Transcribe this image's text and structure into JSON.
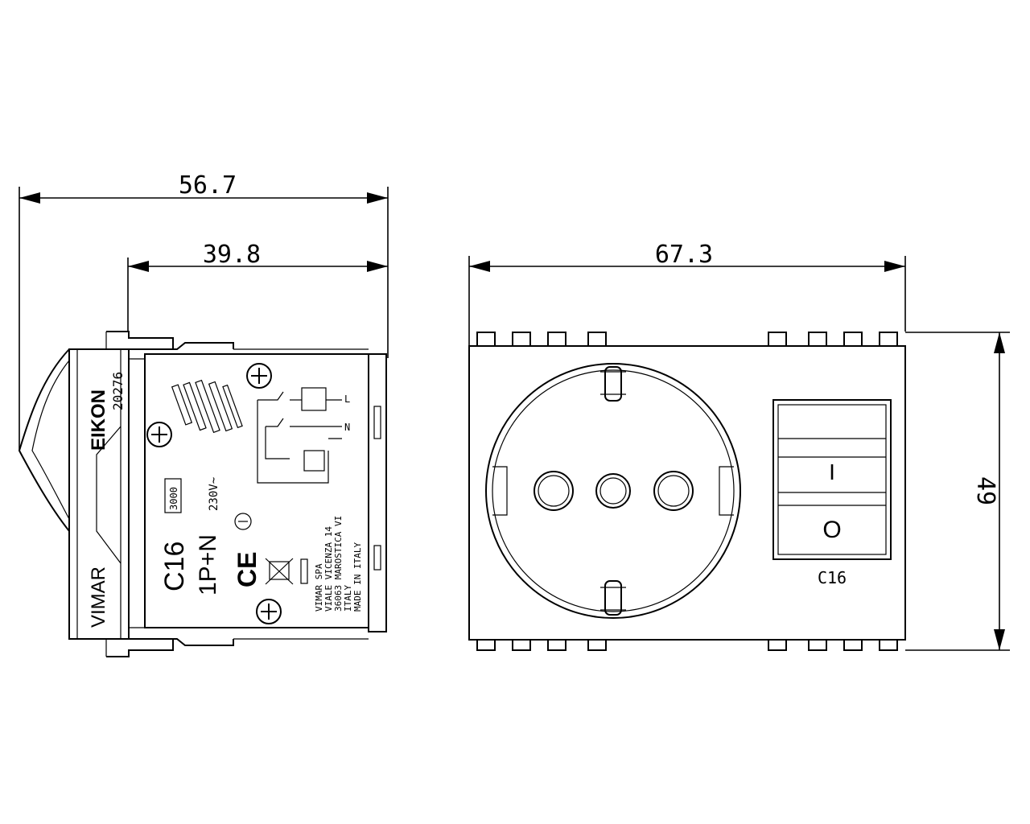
{
  "dimensions": {
    "overall_depth": "56.7",
    "body_depth": "39.8",
    "width": "67.3",
    "height": "49"
  },
  "side_view": {
    "brand_series": "EIKON",
    "article_code": "20276",
    "brand": "VIMAR",
    "code_box": "3000",
    "voltage": "230V~",
    "current_rating": "C16",
    "poles": "1P+N",
    "ce_mark": "CE",
    "terminal_l": "L",
    "terminal_n": "N",
    "address": [
      "VIMAR SPA",
      "VIALE VICENZA 14",
      "36063 MAROSTICA VI",
      "ITALY",
      "MADE IN ITALY"
    ]
  },
  "front_view": {
    "switch_on": "I",
    "switch_off": "O",
    "rating": "C16"
  }
}
